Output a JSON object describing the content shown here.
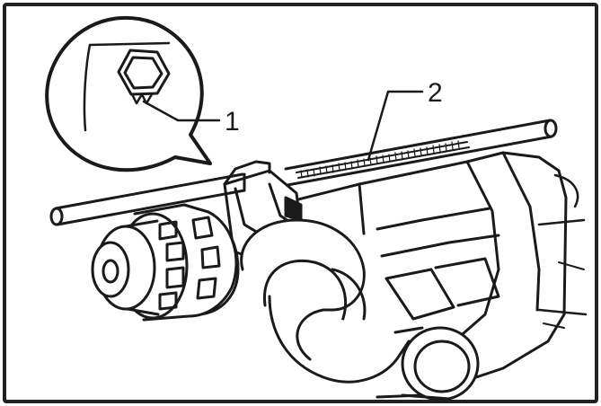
{
  "callouts": [
    {
      "id": "1",
      "text": "1"
    },
    {
      "id": "2",
      "text": "2"
    }
  ],
  "colors": {
    "ink": "#1a1a1a",
    "paper": "#ffffff",
    "frame": "#222222"
  }
}
